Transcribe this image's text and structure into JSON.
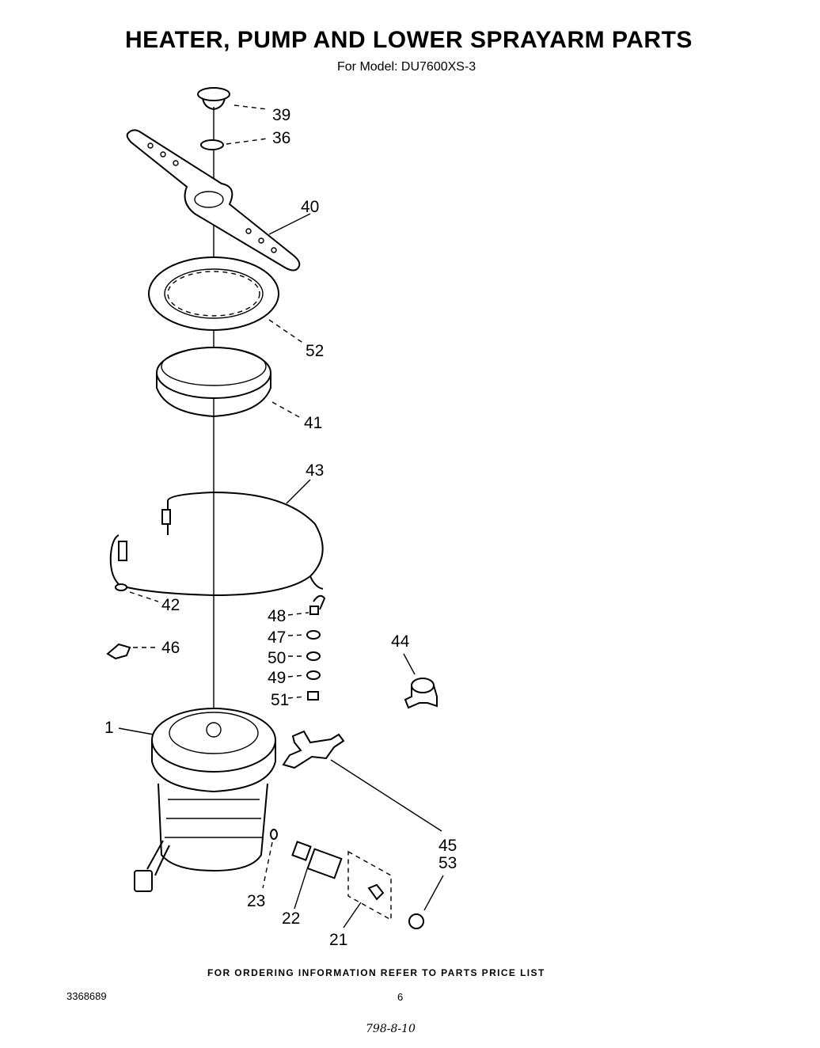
{
  "title": "HEATER, PUMP AND LOWER SPRAYARM PARTS",
  "subtitle": "For Model: DU7600XS-3",
  "footer": "FOR ORDERING INFORMATION REFER TO PARTS PRICE LIST",
  "doc_number": "3368689",
  "page_number": "6",
  "handwritten_note": "798-8-10",
  "callouts": {
    "c39": "39",
    "c36": "36",
    "c40": "40",
    "c52": "52",
    "c41": "41",
    "c43": "43",
    "c48": "48",
    "c42": "42",
    "c47": "47",
    "c46": "46",
    "c50": "50",
    "c49": "49",
    "c51": "51",
    "c44": "44",
    "c1": "1",
    "c45": "45",
    "c53": "53",
    "c23": "23",
    "c22": "22",
    "c21": "21"
  }
}
